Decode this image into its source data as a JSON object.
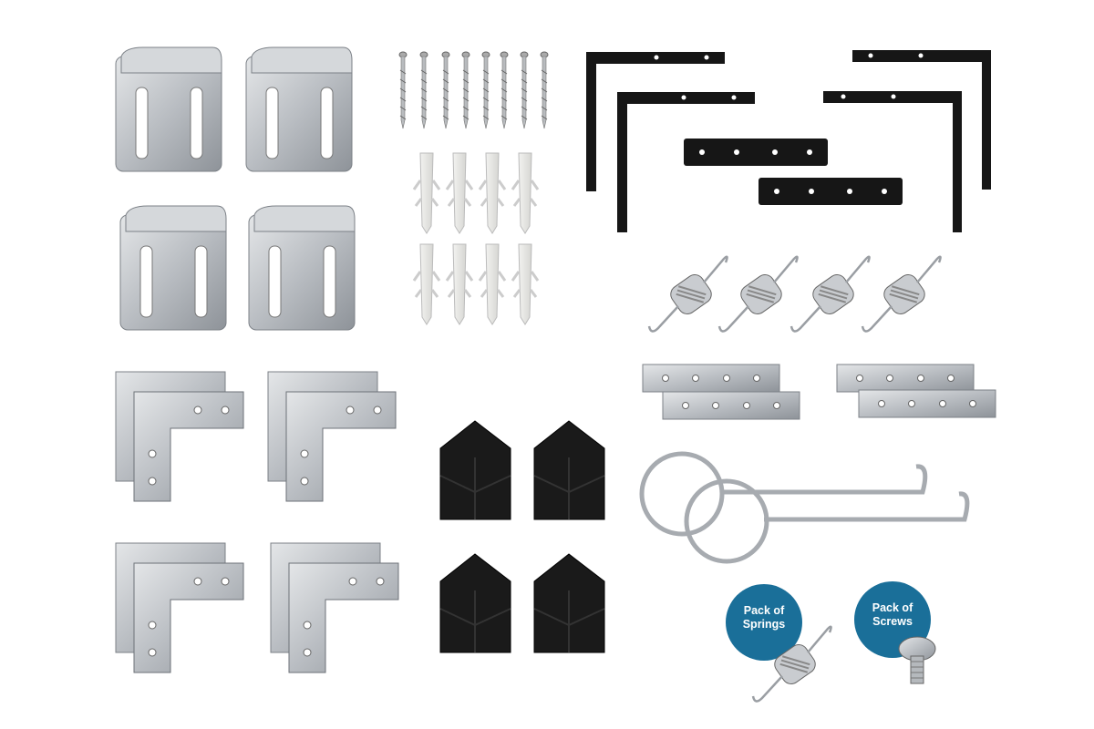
{
  "badges": {
    "springs": {
      "line1": "Pack of",
      "line2": "Springs"
    },
    "screws": {
      "line1": "Pack of",
      "line2": "Screws"
    }
  },
  "colors": {
    "badge": "#1a6f99",
    "steel": "#c9ccd0",
    "black_part": "#161616"
  }
}
